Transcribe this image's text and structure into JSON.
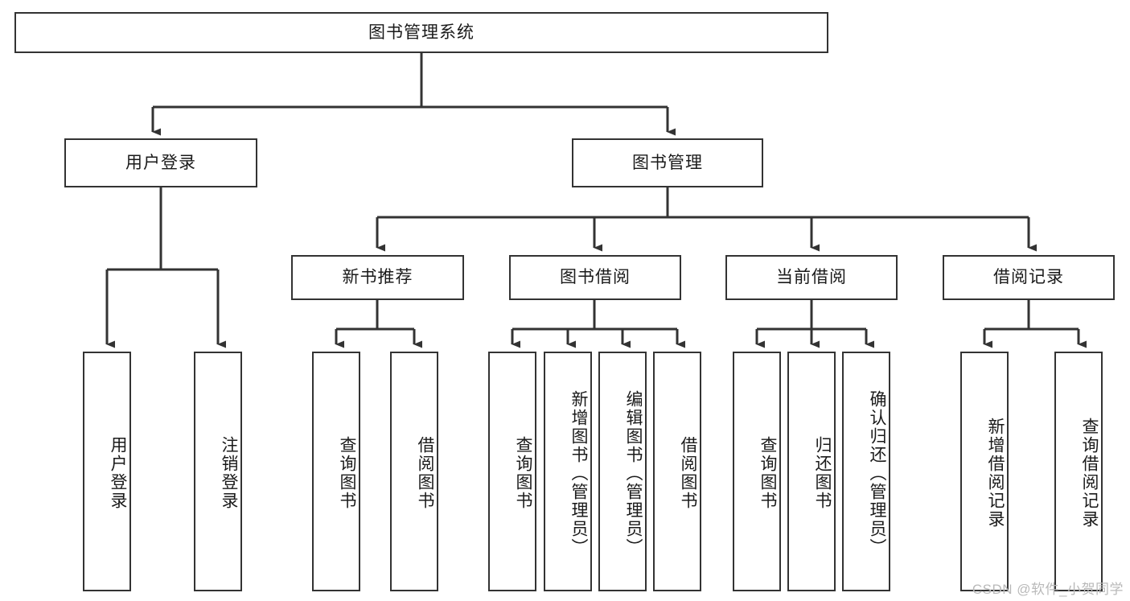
{
  "diagram": {
    "type": "tree-hierarchy",
    "title": "图书管理系统",
    "orientation": "top-down",
    "line_color": "#333333",
    "box_fill": "#ffffff",
    "text_color": "#1a1a1a"
  },
  "watermark": {
    "text": "CSDN @软件_小贺同学",
    "color": "#b9b9b9"
  },
  "nodes": {
    "root": {
      "label": "图书管理系统"
    },
    "level1": [
      {
        "label": "用户登录"
      },
      {
        "label": "图书管理"
      }
    ],
    "level2": [
      {
        "label": "新书推荐"
      },
      {
        "label": "图书借阅"
      },
      {
        "label": "当前借阅"
      },
      {
        "label": "借阅记录"
      }
    ],
    "leaves_user_login": [
      {
        "label": "用户登录"
      },
      {
        "label": "注销登录"
      }
    ],
    "leaves_new_book": [
      {
        "label": "查询图书"
      },
      {
        "label": "借阅图书"
      }
    ],
    "leaves_borrow": [
      {
        "label": "查询图书"
      },
      {
        "label": "新增图书（管理员）"
      },
      {
        "label": "编辑图书（管理员）"
      },
      {
        "label": "借阅图书"
      }
    ],
    "leaves_current": [
      {
        "label": "查询图书"
      },
      {
        "label": "归还图书"
      },
      {
        "label": "确认归还（管理员）"
      }
    ],
    "leaves_records": [
      {
        "label": "新增借阅记录"
      },
      {
        "label": "查询借阅记录"
      }
    ]
  }
}
